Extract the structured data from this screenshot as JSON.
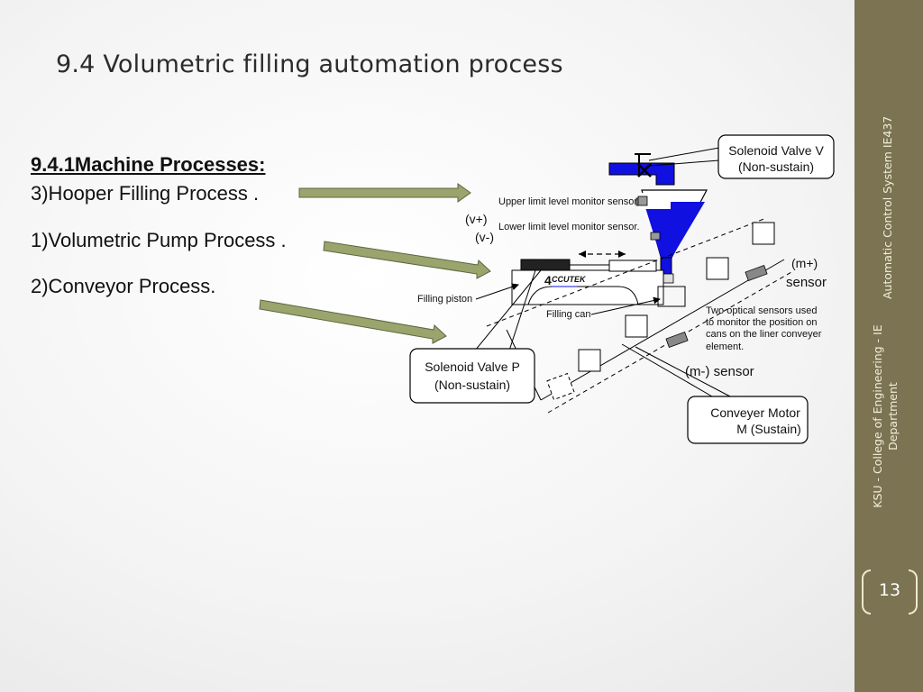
{
  "slide": {
    "title": "9.4  Volumetric filling automation process",
    "heading": "9.4.1Machine Processes:",
    "items": [
      "3)Hooper Filling Process .",
      "1)Volumetric Pump Process .",
      "2)Conveyor  Process."
    ]
  },
  "sidebar": {
    "course": "Automatic Control System IE437",
    "department_line1": "KSU - College of Engineering - IE",
    "department_line2": "Department",
    "page_number": "13"
  },
  "diagram": {
    "callout_solenoid_v": [
      "Solenoid Valve V",
      "(Non-sustain)"
    ],
    "callout_solenoid_p": [
      "Solenoid Valve P",
      "(Non-sustain)"
    ],
    "callout_motor": [
      "Conveyer Motor",
      "M (Sustain)"
    ],
    "upper_sensor": "Upper limit level monitor sensor",
    "lower_sensor": "Lower limit level monitor sensor.",
    "v_plus": "(v+)",
    "v_minus": "(v-)",
    "m_plus": "(m+)",
    "sensor": "sensor",
    "m_minus": "(m-) sensor",
    "filling_piston": "Filling piston",
    "filling_can": "Filling can",
    "brand": "CCUTEK",
    "optical_note": [
      "Two optical sensors used",
      "to monitor the position on",
      "cans on the liner conveyer",
      "element."
    ]
  },
  "colors": {
    "accent_bar": "#7b7351",
    "hopper_blue": "#1010e0",
    "arrow_green": "#8f9a63"
  }
}
